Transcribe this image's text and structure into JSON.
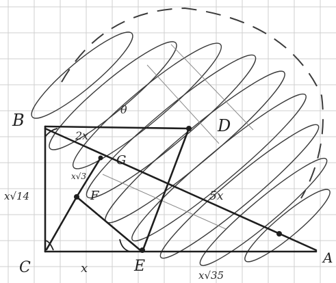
{
  "figure": {
    "paper": {
      "background": "#ffffff",
      "grid_color": "#cfcfcf"
    },
    "ink": {
      "main": "#1e1e1e",
      "loops": "#3a3a3a",
      "faint": "#8a8a8a"
    },
    "points": {
      "B": "B",
      "C": "C",
      "A": "A",
      "D": "D",
      "E": "E",
      "F": "F",
      "G": "G"
    },
    "annotations": {
      "bg_length": "2x",
      "left_side": "x√14",
      "segment_near_f": "x√3",
      "ga_length": "5x",
      "ce_length": "x",
      "bottom_length": "x√35",
      "inner_mark": "θ"
    }
  }
}
